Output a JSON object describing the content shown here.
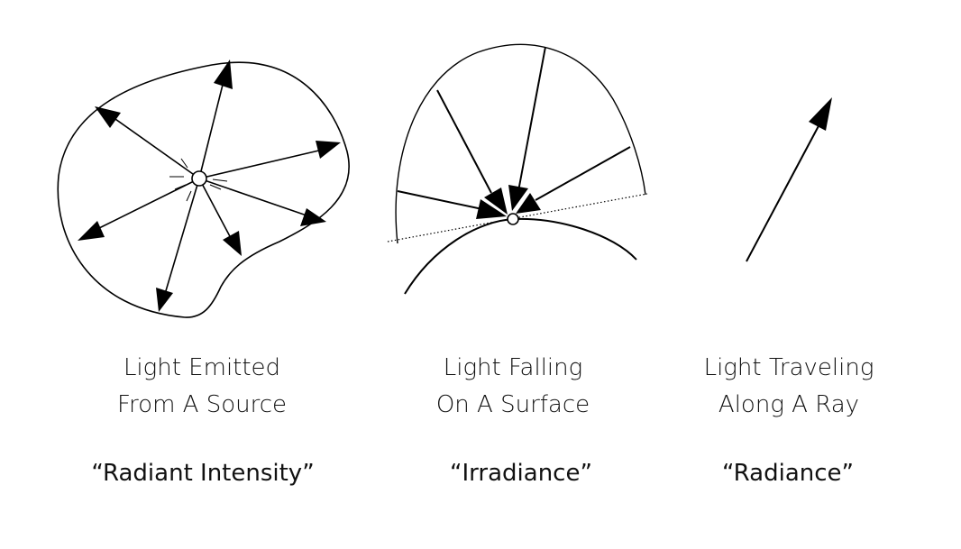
{
  "panels": [
    {
      "caption_line1": "Light Emitted",
      "caption_line2": "From A Source",
      "term": "“Radiant Intensity”"
    },
    {
      "caption_line1": "Light Falling",
      "caption_line2": "On A Surface",
      "term": "“Irradiance”"
    },
    {
      "caption_line1": "Light Traveling",
      "caption_line2": "Along A Ray",
      "term": "“Radiance”"
    }
  ],
  "colors": {
    "stroke": "#000000",
    "text": "#111111",
    "background": "#ffffff"
  }
}
